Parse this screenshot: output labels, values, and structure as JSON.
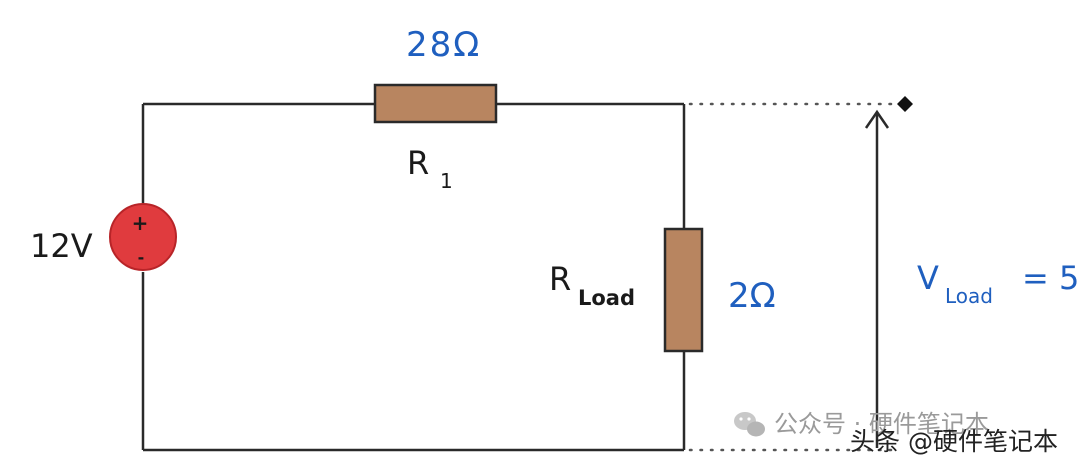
{
  "circuit": {
    "source": {
      "value_label": "12V",
      "plus_sign": "+",
      "minus_sign": "-"
    },
    "r1": {
      "value_label": "28Ω",
      "name_main": "R",
      "name_sub": "1"
    },
    "rload": {
      "value_label": "2Ω",
      "name_main": "R",
      "name_sub": "Load"
    },
    "vload": {
      "name_main": "V",
      "name_sub": "Load",
      "value_text": "= 5"
    }
  },
  "watermark": {
    "account_line": "公众号 · 硬件笔记本",
    "source_line": "头条 @硬件笔记本"
  },
  "colors": {
    "value_labels": "#1f5fbf",
    "resistor_fill": "#b88560",
    "source_fill": "#e03b3e",
    "wire": "#2a2a2a"
  }
}
